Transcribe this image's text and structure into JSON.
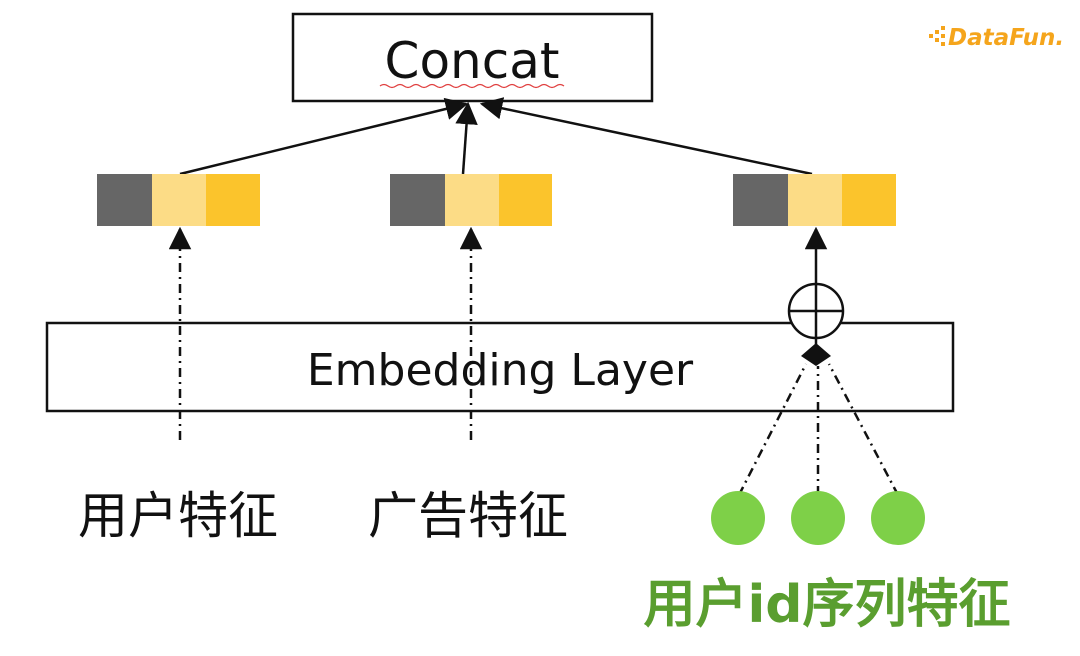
{
  "logo": {
    "text": "DataFun.",
    "color": "#f5a51c"
  },
  "concat_box": {
    "label": "Concat"
  },
  "embedding_box": {
    "label": "Embedding Layer"
  },
  "features": [
    {
      "label": "用户特征"
    },
    {
      "label": "广告特征"
    },
    {
      "label": "用户id序列特征",
      "color": "#5a9e2f"
    }
  ],
  "colors": {
    "embedding_dark": "#666666",
    "embedding_light": "#fcdc86",
    "embedding_gold": "#fbc42c",
    "sequence_node": "#7ed048",
    "sequence_label": "#5a9e2f"
  }
}
